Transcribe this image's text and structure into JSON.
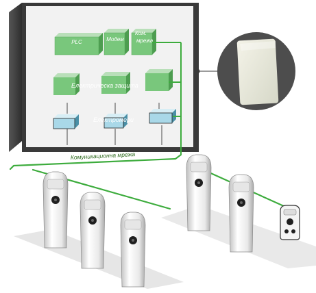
{
  "cabinet": {
    "modules": {
      "plc": "PLC",
      "modem": "Модем",
      "com_net_line1": "Ком.",
      "com_net_line2": "мрежа"
    },
    "groups": {
      "protection": "Електрическа защита",
      "meters": "Електромери"
    }
  },
  "network": {
    "label": "Комуникационна мрежа"
  },
  "colors": {
    "network_line": "#3dac3d",
    "module_green": "#79c77c",
    "module_blue": "#a9d8e8",
    "cabinet_front": "#f2f2f2",
    "cabinet_side": "#3c3c3c",
    "zoom_circle": "#4d4d4d"
  },
  "icons": {
    "charger": "ev-charging-station-icon",
    "wall_charger": "wall-charger-icon",
    "enclosure": "enclosure-closeup-icon"
  }
}
